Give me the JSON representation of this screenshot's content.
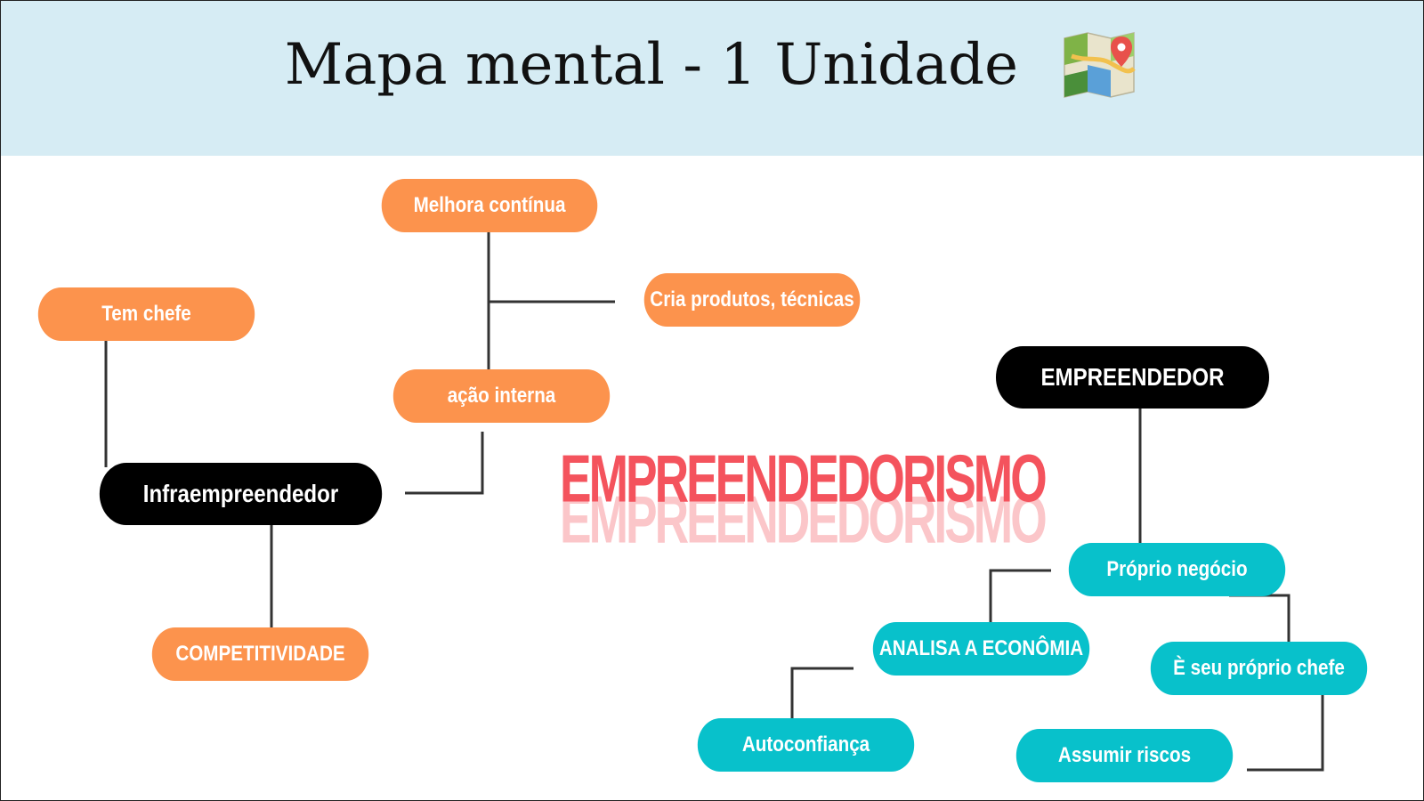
{
  "header": {
    "title": "Mapa mental - 1 Unidade",
    "icon": "world-map-icon"
  },
  "center": {
    "title": "EMPREENDEDORISMO",
    "color": "#f4535d",
    "reflection_color": "#fbc6c9"
  },
  "colors": {
    "header_bg": "#d6ecf4",
    "orange": "#fc934d",
    "teal": "#08c1cb",
    "black": "#000000",
    "line": "#333333"
  },
  "nodes": {
    "melhora_continua": "Melhora contínua",
    "cria_produtos": "Cria produtos, técnicas",
    "tem_chefe": "Tem chefe",
    "acao_interna": "ação interna",
    "infraempreendedor": "Infraempreendedor",
    "competitividade": "COMPETITIVIDADE",
    "empreendedor": "EMPREENDEDOR",
    "proprio_negocio": "Próprio negócio",
    "analisa_economia": "ANALISA A ECONÔMIA",
    "seu_proprio_chefe": "È seu próprio chefe",
    "autoconfianca": "Autoconfiança",
    "assumir_riscos": "Assumir riscos"
  }
}
